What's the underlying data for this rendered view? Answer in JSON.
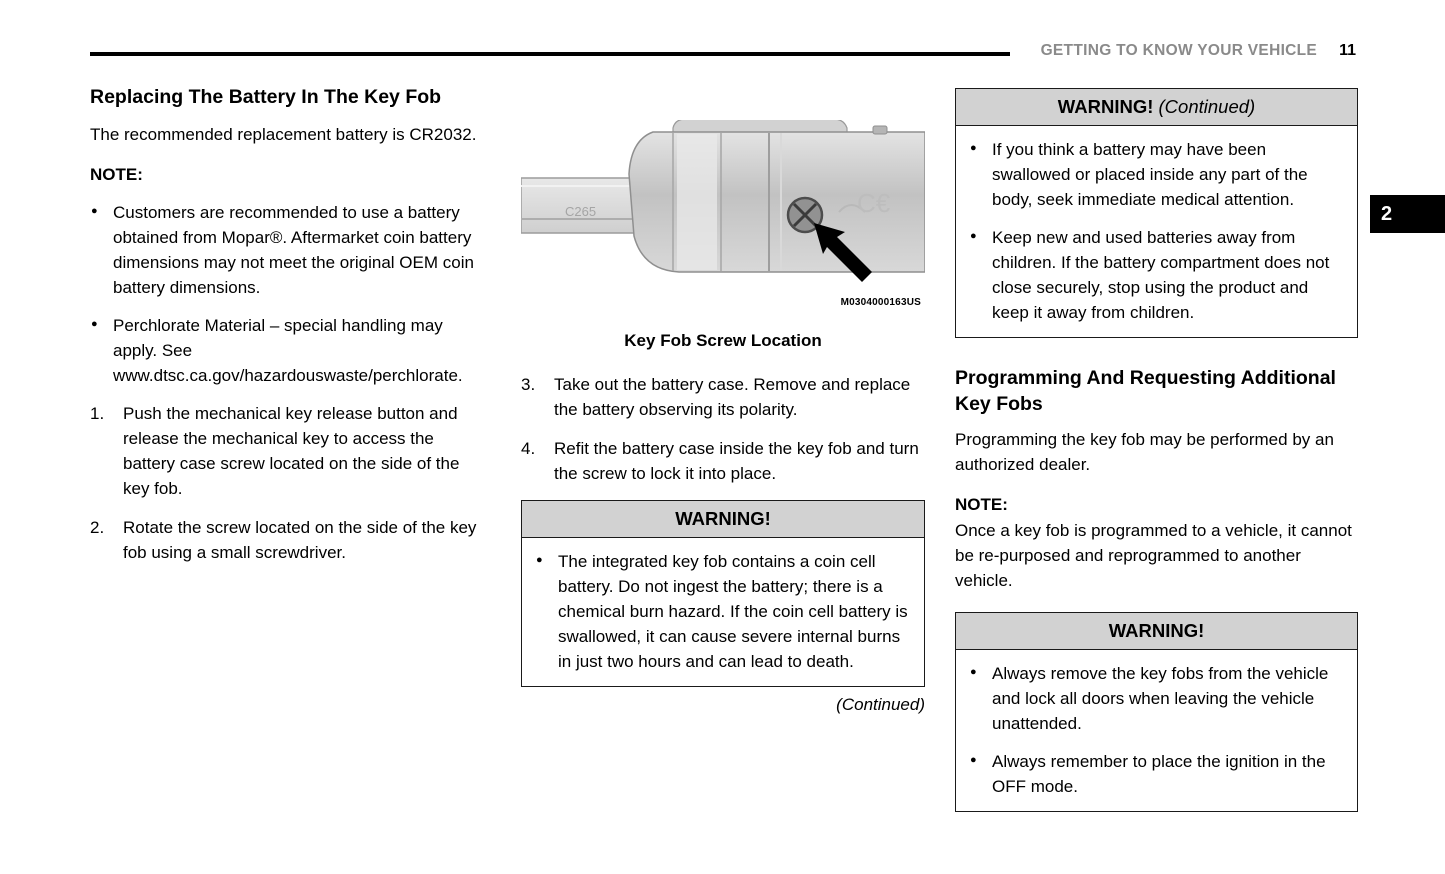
{
  "header": {
    "section_title": "GETTING TO KNOW YOUR VEHICLE",
    "page_number": "11",
    "chapter_tab": "2"
  },
  "left_column": {
    "heading": "Replacing The Battery In The Key Fob",
    "intro": "The recommended replacement battery is CR2032.",
    "note_label": "NOTE:",
    "bullets": [
      "Customers are recommended to use a battery obtained from Mopar®. Aftermarket coin battery dimensions may not meet the original OEM coin battery dimensions.",
      "Perchlorate Material – special handling may apply. See www.dtsc.ca.gov/hazardouswaste/perchlorate."
    ],
    "steps": [
      {
        "num": "1.",
        "text": "Push the mechanical key release button and release the mechanical key to access the battery case screw located on the side of the key fob."
      },
      {
        "num": "2.",
        "text": "Rotate the screw located on the side of the key fob using a small screwdriver."
      }
    ]
  },
  "figure": {
    "key_label": "C265",
    "ce_mark": "C€",
    "part_code": "M0304000163US",
    "caption": "Key Fob Screw Location"
  },
  "middle_column": {
    "steps": [
      {
        "num": "3.",
        "text": "Take out the battery case. Remove and replace the battery observing its polarity."
      },
      {
        "num": "4.",
        "text": "Refit the battery case inside the key fob and turn the screw to lock it into place."
      }
    ],
    "warning": {
      "title": "WARNING!",
      "bullets": [
        "The integrated key fob contains a coin cell battery. Do not ingest the battery; there is a chemical burn hazard. If the coin cell battery is swallowed, it can cause severe internal burns in just two hours and can lead to death."
      ]
    },
    "continued_note": "(Continued)"
  },
  "right_column": {
    "warning_continued": {
      "title": "WARNING!",
      "title_suffix": " (Continued)",
      "bullets": [
        "If you think a battery may have been swallowed or placed inside any part of the body, seek immediate medical attention.",
        "Keep new and used batteries away from children. If the battery compartment does not close securely, stop using the product and keep it away from children."
      ]
    },
    "heading": "Programming And Requesting Additional Key Fobs",
    "intro": "Programming the key fob may be performed by an authorized dealer.",
    "note_label": "NOTE:",
    "note_text": "Once a key fob is programmed to a vehicle, it cannot be re-purposed and reprogrammed to another vehicle.",
    "warning": {
      "title": "WARNING!",
      "bullets": [
        "Always remove the key fobs from the vehicle and lock all doors when leaving the vehicle unattended.",
        "Always remember to place the ignition in the OFF mode."
      ]
    }
  }
}
